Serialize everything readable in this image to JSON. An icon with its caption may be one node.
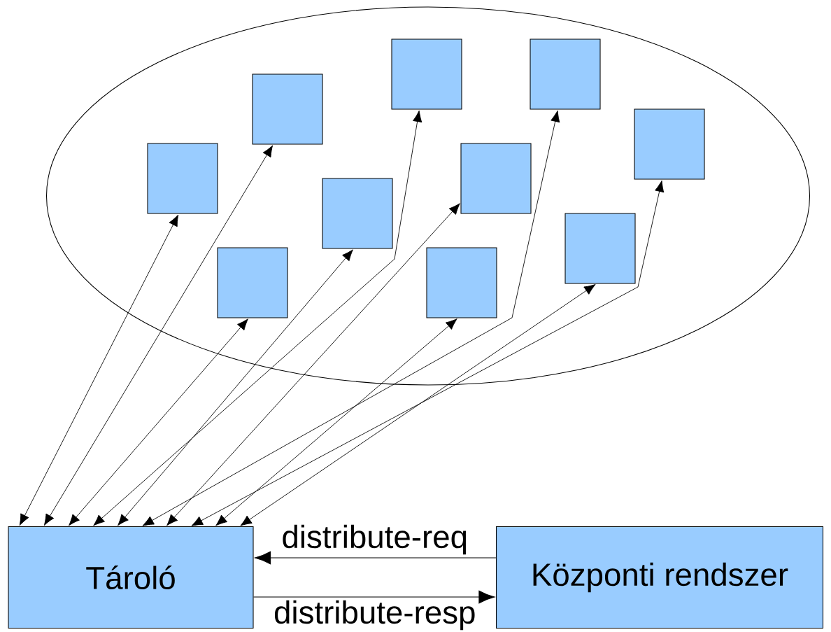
{
  "diagram": {
    "nodes": [
      {
        "text": [],
        "shape": "ellipse"
      },
      {
        "text": [],
        "shape": "box",
        "in": 0
      },
      {
        "text": [],
        "shape": "box",
        "in": 0
      },
      {
        "text": [],
        "shape": "box",
        "in": 0
      },
      {
        "text": [],
        "shape": "box",
        "in": 0
      },
      {
        "text": [],
        "shape": "box",
        "in": 0
      },
      {
        "text": [],
        "shape": "box",
        "in": 0
      },
      {
        "text": [],
        "shape": "box",
        "in": 0
      },
      {
        "text": [],
        "shape": "box",
        "in": 0
      },
      {
        "text": [],
        "shape": "box",
        "in": 0
      },
      {
        "text": [],
        "shape": "box",
        "in": 0
      },
      {
        "text": [
          "Tároló"
        ]
      },
      {
        "text": [
          "Központi rendszer"
        ]
      }
    ],
    "edges": [
      {
        "from": 11,
        "to": 5,
        "arrow": "both"
      },
      {
        "from": 11,
        "to": 3,
        "arrow": "both"
      },
      {
        "from": 11,
        "to": 1,
        "arrow": "both"
      },
      {
        "from": 11,
        "to": 2,
        "arrow": "both"
      },
      {
        "from": 11,
        "to": 4,
        "arrow": "both"
      },
      {
        "from": 11,
        "to": 6,
        "arrow": "both"
      },
      {
        "from": 11,
        "to": 7,
        "arrow": "both"
      },
      {
        "from": 11,
        "to": 9,
        "arrow": "both"
      },
      {
        "from": 11,
        "to": 10,
        "arrow": "both"
      },
      {
        "from": 11,
        "to": 8,
        "arrow": "both"
      },
      {
        "from": 12,
        "to": 11,
        "arrow": "to",
        "label": "distribute-req"
      },
      {
        "from": 11,
        "to": 12,
        "arrow": "to",
        "label": "distribute-resp"
      }
    ]
  }
}
